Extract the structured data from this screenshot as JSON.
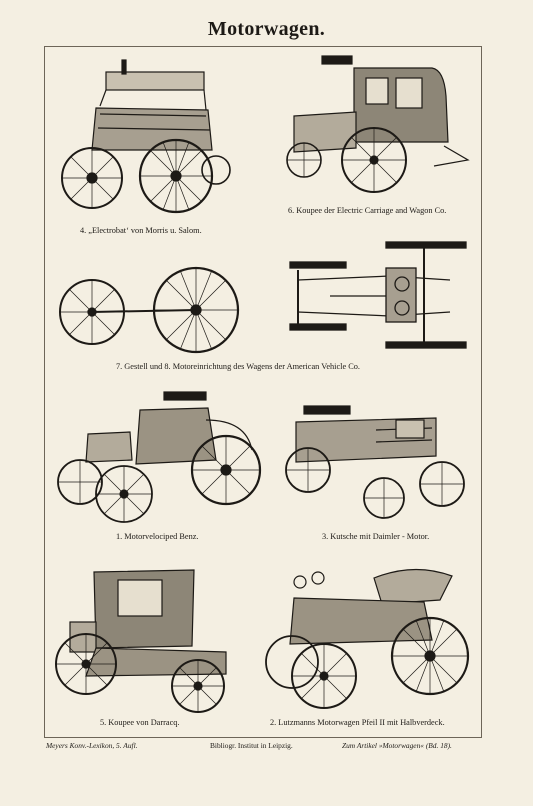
{
  "title": "Motorwagen.",
  "figures": [
    {
      "caption": "4. „Electrobat‘ von Morris u. Salom."
    },
    {
      "caption": "6. Koupee der Electric Carriage and Wagon Co."
    },
    {
      "caption": "7. Gestell und 8. Motoreinrichtung des Wagens der American Vehicle Co."
    },
    {
      "caption": "1. Motorvelociped Benz."
    },
    {
      "caption": "3. Kutsche mit Daimler - Motor."
    },
    {
      "caption": "5. Koupee von Darracq."
    },
    {
      "caption": "2. Lutzmanns Motorwagen Pfeil II mit Halbverdeck."
    }
  ],
  "footer": {
    "left": "Meyers Konv.-Lexikon, 5. Aufl.",
    "center": "Bibliogr. Institut in Leipzig.",
    "right": "Zum Artikel »Motorwagen« (Bd. 18)."
  },
  "colors": {
    "paper": "#f4efe2",
    "ink": "#1d1a16"
  }
}
